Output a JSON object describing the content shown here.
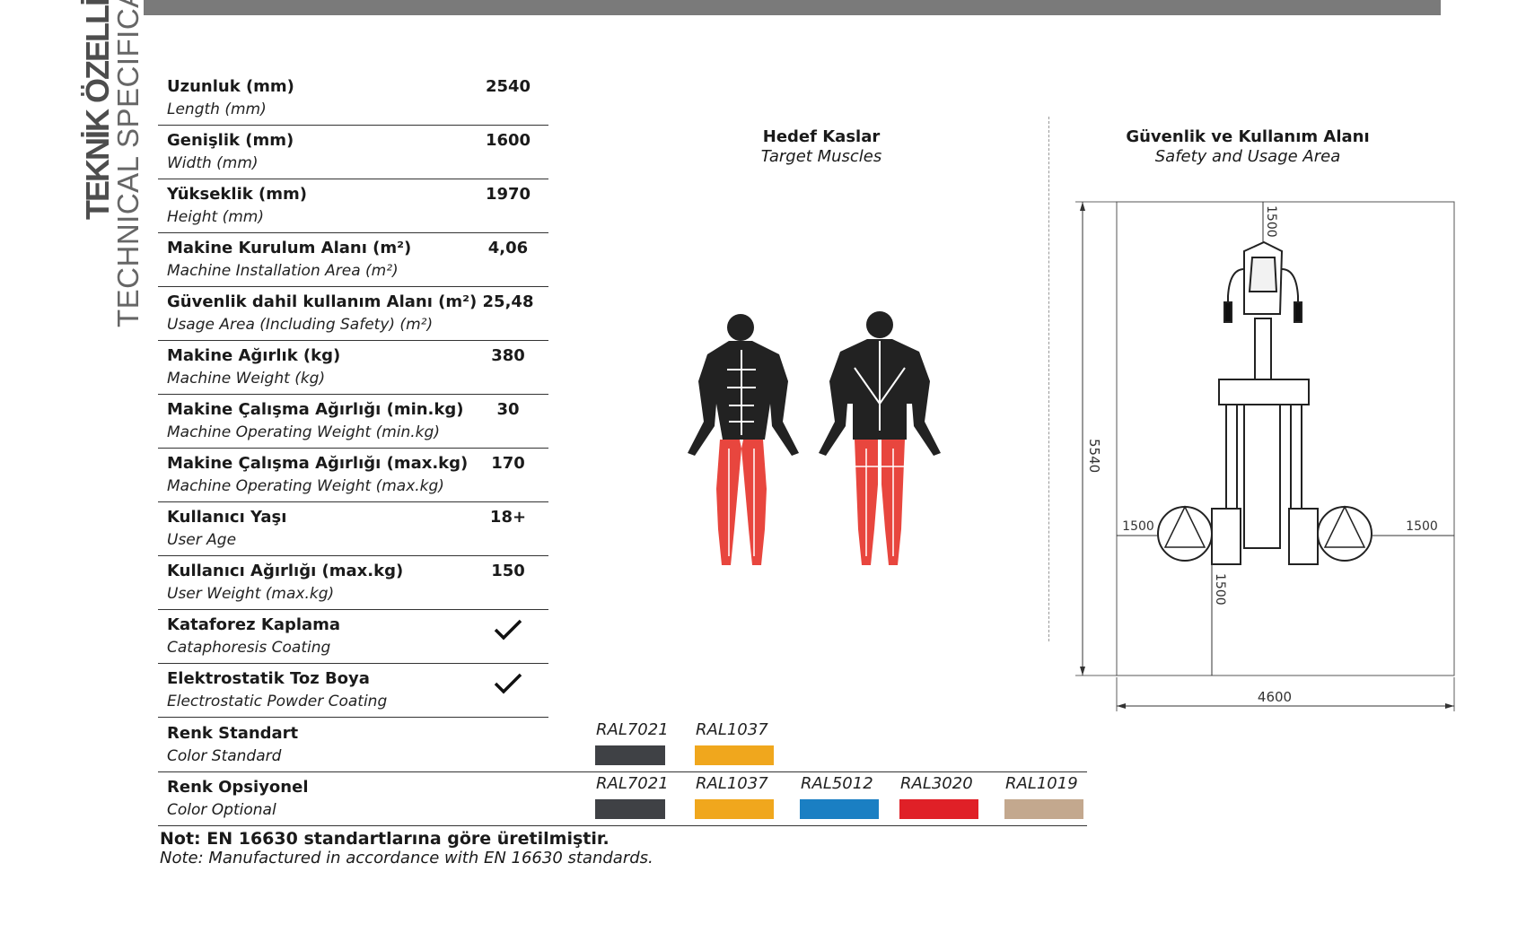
{
  "side_title": {
    "tr": "TEKNİK ÖZELLİKLER",
    "en": "TECHNICAL SPECIFICATIONS"
  },
  "specs": [
    {
      "tr": "Uzunluk (mm)",
      "en": "Length (mm)",
      "value": "2540"
    },
    {
      "tr": "Genişlik (mm)",
      "en": "Width (mm)",
      "value": "1600"
    },
    {
      "tr": "Yükseklik (mm)",
      "en": "Height (mm)",
      "value": "1970"
    },
    {
      "tr": "Makine Kurulum Alanı (m²)",
      "en": "Machine Installation Area (m²)",
      "value": "4,06"
    },
    {
      "tr": "Güvenlik dahil kullanım Alanı (m²)",
      "en": "Usage Area (Including Safety) (m²)",
      "value": "25,48"
    },
    {
      "tr": "Makine Ağırlık (kg)",
      "en": "Machine Weight (kg)",
      "value": "380"
    },
    {
      "tr": "Makine Çalışma Ağırlığı (min.kg)",
      "en": "Machine Operating Weight (min.kg)",
      "value": "30"
    },
    {
      "tr": "Makine Çalışma Ağırlığı (max.kg)",
      "en": "Machine Operating Weight (max.kg)",
      "value": "170"
    },
    {
      "tr": "Kullanıcı Yaşı",
      "en": "User Age",
      "value": "18+"
    },
    {
      "tr": "Kullanıcı Ağırlığı (max.kg)",
      "en": "User Weight (max.kg)",
      "value": "150"
    },
    {
      "tr": "Kataforez Kaplama",
      "en": "Cataphoresis Coating",
      "value": ""
    },
    {
      "tr": "Elektrostatik Toz Boya",
      "en": "Electrostatic Powder Coating",
      "value": ""
    }
  ],
  "color_standard": {
    "tr": "Renk Standart",
    "en": "Color Standard",
    "colors": [
      {
        "code": "RAL7021",
        "hex": "#3f4145"
      },
      {
        "code": "RAL1037",
        "hex": "#f0a71d"
      }
    ]
  },
  "color_optional": {
    "tr": "Renk Opsiyonel",
    "en": "Color Optional",
    "colors": [
      {
        "code": "RAL7021",
        "hex": "#3f4145"
      },
      {
        "code": "RAL1037",
        "hex": "#f0a71d"
      },
      {
        "code": "RAL5012",
        "hex": "#1a7fc3"
      },
      {
        "code": "RAL3020",
        "hex": "#e02027"
      },
      {
        "code": "RAL1019",
        "hex": "#c3a88e"
      }
    ]
  },
  "muscles": {
    "tr": "Hedef Kaslar",
    "en": "Target Muscles",
    "highlight_color": "#e8463e"
  },
  "usage_area": {
    "tr": "Güvenlik ve Kullanım Alanı",
    "en": "Safety and Usage Area",
    "dim_total_length": "5540",
    "dim_total_width": "4600",
    "dim_top": "1500",
    "dim_bottom": "1500",
    "dim_left": "1500",
    "dim_right": "1500"
  },
  "note": {
    "tr": "Not: EN 16630 standartlarına göre üretilmiştir.",
    "en": "Note: Manufactured in accordance with EN 16630 standards."
  }
}
